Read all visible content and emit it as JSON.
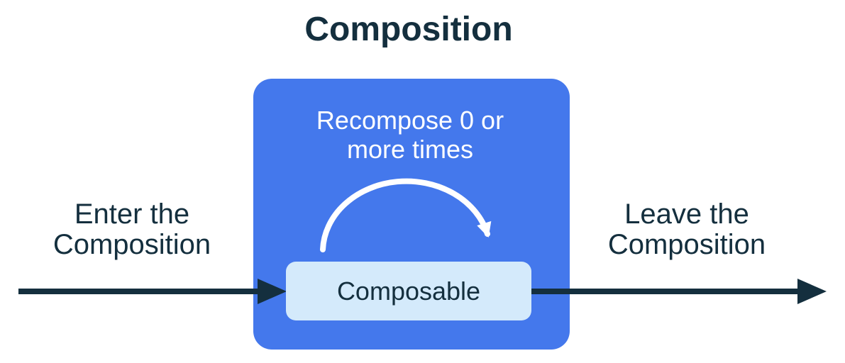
{
  "diagram": {
    "title": "Composition",
    "enter_label": {
      "line1": "Enter the",
      "line2": "Composition"
    },
    "leave_label": {
      "line1": "Leave the",
      "line2": "Composition"
    },
    "composition_box": {
      "recompose_label": {
        "line1": "Recompose 0 or",
        "line2": "more times"
      },
      "composable_label": "Composable"
    },
    "icons": {
      "enter_arrow": "right-arrow",
      "leave_arrow": "right-arrow",
      "recompose_arrow": "curved-loop-arrow"
    },
    "colors": {
      "navy_text_and_arrows": "#142F3E",
      "composition_box_blue": "#4478EC",
      "composable_box_light_blue": "#D4EAFB",
      "recompose_arrow_white": "#FFFFFF",
      "background": "#FFFFFF"
    }
  }
}
